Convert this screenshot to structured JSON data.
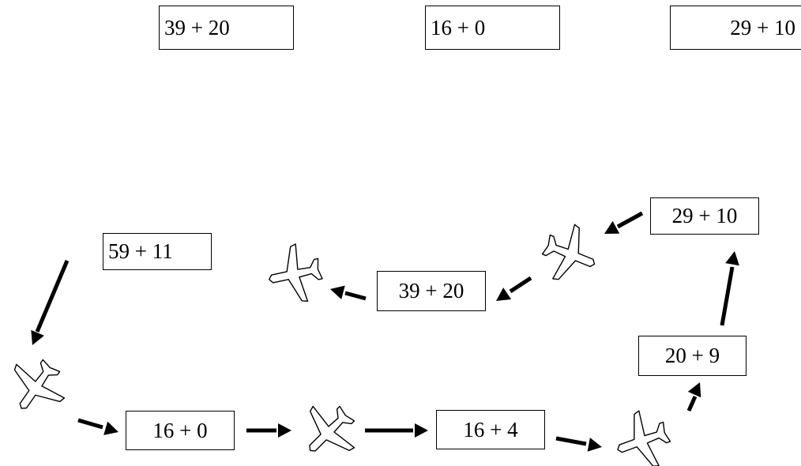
{
  "answer_boxes": [
    {
      "text": "39 + 20"
    },
    {
      "text": "16 + 0"
    },
    {
      "text": "29 + 10"
    }
  ],
  "route_boxes": [
    {
      "text": "59 + 11"
    },
    {
      "text": "16 + 0"
    },
    {
      "text": "16 + 4"
    },
    {
      "text": "20 + 9"
    },
    {
      "text": "29 + 10"
    },
    {
      "text": "39 + 20"
    }
  ],
  "icons": {
    "plane": "airplane-outline-icon",
    "arrow": "arrow-icon"
  },
  "colors": {
    "stroke": "#000000",
    "background": "#ffffff"
  }
}
